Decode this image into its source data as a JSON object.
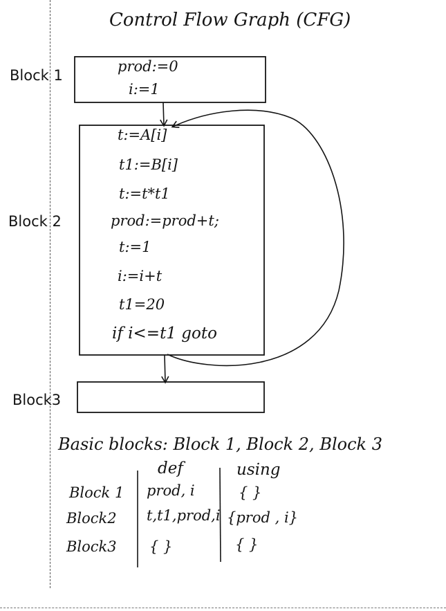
{
  "title": "Control Flow Graph (CFG)",
  "blocks": [
    {
      "label": "Block 1",
      "lines": [
        "prod:=0",
        "i:=1"
      ]
    },
    {
      "label": "Block 2",
      "lines": [
        "t:=A[i]",
        "t1:=B[i]",
        "t:=t*t1",
        "prod:=prod+t;",
        "t:=1",
        "i:=i+t",
        "t1=20",
        "if i<=t1 goto"
      ]
    },
    {
      "label": "Block3",
      "lines": []
    }
  ],
  "summary": "Basic blocks: Block 1, Block 2, Block 3",
  "table": {
    "headers": {
      "def": "def",
      "using": "using"
    },
    "rows": [
      {
        "block": "Block 1",
        "def": "prod, i",
        "using": "{ }"
      },
      {
        "block": "Block2",
        "def": "t,t1,prod,i",
        "using": "{prod , i}"
      },
      {
        "block": "Block3",
        "def": "{ }",
        "using": "{ }"
      }
    ]
  }
}
